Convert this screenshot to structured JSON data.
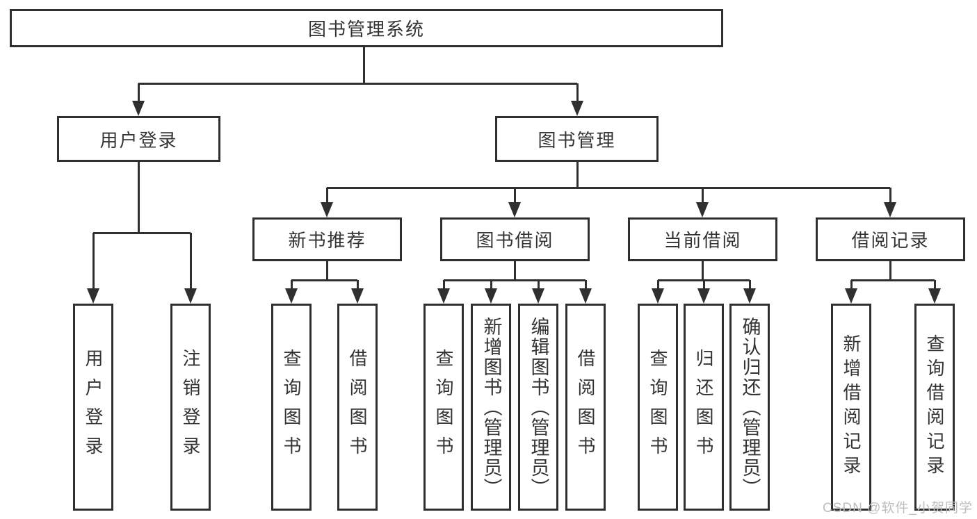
{
  "diagram": {
    "title": "图书管理系统",
    "root": {
      "label": "图书管理系统"
    },
    "level2": [
      {
        "label": "用户登录"
      },
      {
        "label": "图书管理"
      }
    ],
    "level3": [
      {
        "label": "新书推荐",
        "parent": "图书管理"
      },
      {
        "label": "图书借阅",
        "parent": "图书管理"
      },
      {
        "label": "当前借阅",
        "parent": "图书管理"
      },
      {
        "label": "借阅记录",
        "parent": "图书管理"
      }
    ],
    "leaves": [
      {
        "label": "用户登录",
        "parent": "用户登录"
      },
      {
        "label": "注销登录",
        "parent": "用户登录"
      },
      {
        "label": "查询图书",
        "parent": "新书推荐"
      },
      {
        "label": "借阅图书",
        "parent": "新书推荐"
      },
      {
        "label": "查询图书",
        "parent": "图书借阅"
      },
      {
        "label": "新增图书（管理员）",
        "parent": "图书借阅"
      },
      {
        "label": "编辑图书（管理员）",
        "parent": "图书借阅"
      },
      {
        "label": "借阅图书",
        "parent": "图书借阅"
      },
      {
        "label": "查询图书",
        "parent": "当前借阅"
      },
      {
        "label": "归还图书",
        "parent": "当前借阅"
      },
      {
        "label": "确认归还（管理员）",
        "parent": "当前借阅"
      },
      {
        "label": "新增借阅记录",
        "parent": "借阅记录"
      },
      {
        "label": "查询借阅记录",
        "parent": "借阅记录"
      }
    ]
  },
  "watermark": {
    "text": "CSDN @软件_小贺同学"
  },
  "colors": {
    "line": "#2f2f2f",
    "text": "#333333",
    "watermark": "#bdbdbd",
    "background": "#ffffff"
  }
}
